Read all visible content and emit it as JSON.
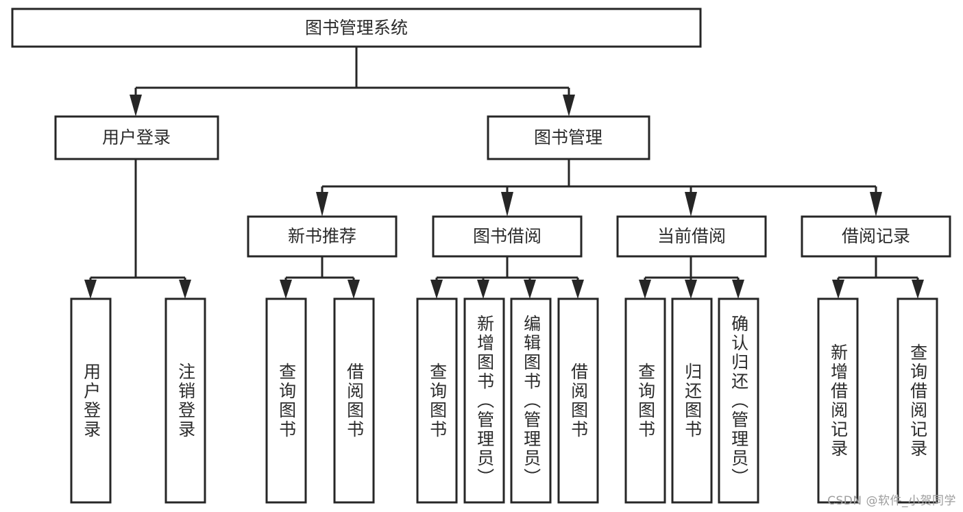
{
  "diagram": {
    "title": "图书管理系统",
    "type": "tree",
    "orientation": "top-down",
    "colors": {
      "background": "#ffffff",
      "box_fill": "#ffffff",
      "box_stroke": "#262626",
      "connector": "#262626",
      "text": "#2b2b2b",
      "watermark": "#9d9d9d"
    },
    "root": {
      "label": "图书管理系统"
    },
    "level1": [
      {
        "label": "用户登录"
      },
      {
        "label": "图书管理"
      }
    ],
    "level2": [
      {
        "label": "新书推荐"
      },
      {
        "label": "图书借阅"
      },
      {
        "label": "当前借阅"
      },
      {
        "label": "借阅记录"
      }
    ],
    "leaves": {
      "user_login": [
        {
          "label": "用户登录"
        },
        {
          "label": "注销登录"
        }
      ],
      "new_book_recommend": [
        {
          "label": "查询图书"
        },
        {
          "label": "借阅图书"
        }
      ],
      "book_borrow": [
        {
          "label": "查询图书"
        },
        {
          "label": "新增图书（管理员）"
        },
        {
          "label": "编辑图书（管理员）"
        },
        {
          "label": "借阅图书"
        }
      ],
      "current_borrow": [
        {
          "label": "查询图书"
        },
        {
          "label": "归还图书"
        },
        {
          "label": "确认归还（管理员）"
        }
      ],
      "borrow_record": [
        {
          "label": "新增借阅记录"
        },
        {
          "label": "查询借阅记录"
        }
      ]
    }
  },
  "watermark": {
    "text": "CSDN @软件_小贺同学"
  }
}
